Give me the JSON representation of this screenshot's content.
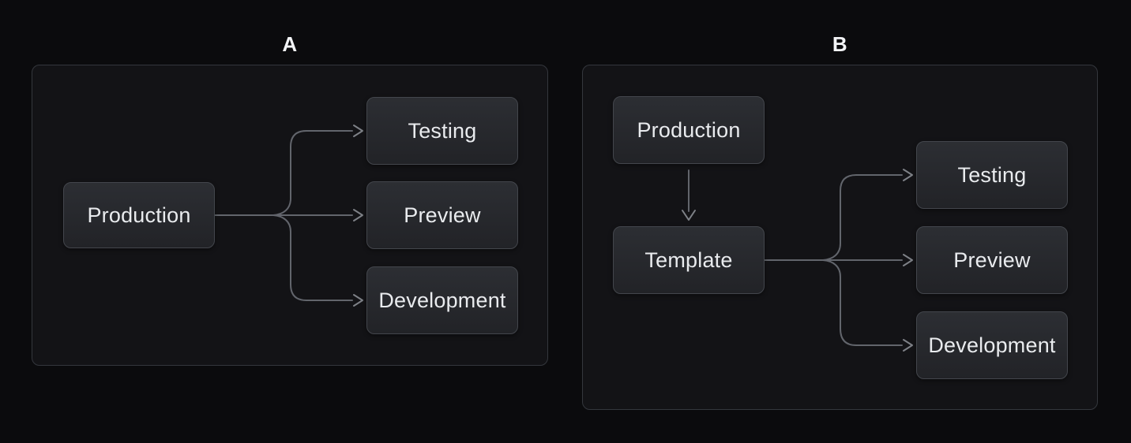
{
  "colors": {
    "page_background": "#0b0b0d",
    "panel_background": "#131316",
    "panel_border": "#34373d",
    "node_fill_top": "#2c2e33",
    "node_fill_bottom": "#222327",
    "node_border": "#43464c",
    "node_text": "#e9ebee",
    "connector": "#62656c",
    "arrowhead": "#7e8187",
    "label_text": "#f3f4f6"
  },
  "diagrams": [
    {
      "label": "A",
      "nodes": [
        {
          "id": "production",
          "label": "Production"
        },
        {
          "id": "testing",
          "label": "Testing"
        },
        {
          "id": "preview",
          "label": "Preview"
        },
        {
          "id": "development",
          "label": "Development"
        }
      ],
      "edges": [
        {
          "from": "production",
          "to": "testing"
        },
        {
          "from": "production",
          "to": "preview"
        },
        {
          "from": "production",
          "to": "development"
        }
      ]
    },
    {
      "label": "B",
      "nodes": [
        {
          "id": "production",
          "label": "Production"
        },
        {
          "id": "template",
          "label": "Template"
        },
        {
          "id": "testing",
          "label": "Testing"
        },
        {
          "id": "preview",
          "label": "Preview"
        },
        {
          "id": "development",
          "label": "Development"
        }
      ],
      "edges": [
        {
          "from": "production",
          "to": "template"
        },
        {
          "from": "template",
          "to": "testing"
        },
        {
          "from": "template",
          "to": "preview"
        },
        {
          "from": "template",
          "to": "development"
        }
      ]
    }
  ]
}
